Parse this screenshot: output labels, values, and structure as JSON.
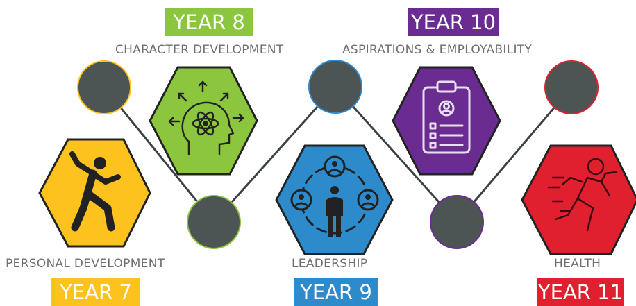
{
  "colors": {
    "year7": "#fdc21e",
    "year8": "#8cc63f",
    "year9": "#2e8bcb",
    "year10": "#6a2c91",
    "year11": "#e0202e",
    "node": "#4d5454",
    "connector": "#3b4243",
    "label_text": "#6f6f6f"
  },
  "stages": [
    {
      "year": "YEAR 7",
      "label": "PERSONAL DEVELOPMENT",
      "icon": "person-dancing-icon"
    },
    {
      "year": "YEAR 8",
      "label": "CHARACTER DEVELOPMENT",
      "icon": "head-atom-icon"
    },
    {
      "year": "YEAR 9",
      "label": "LEADERSHIP",
      "icon": "team-network-icon"
    },
    {
      "year": "YEAR 10",
      "label": "ASPIRATIONS & EMPLOYABILITY",
      "icon": "clipboard-profile-icon"
    },
    {
      "year": "YEAR 11",
      "label": "HEALTH",
      "icon": "running-person-icon"
    }
  ]
}
